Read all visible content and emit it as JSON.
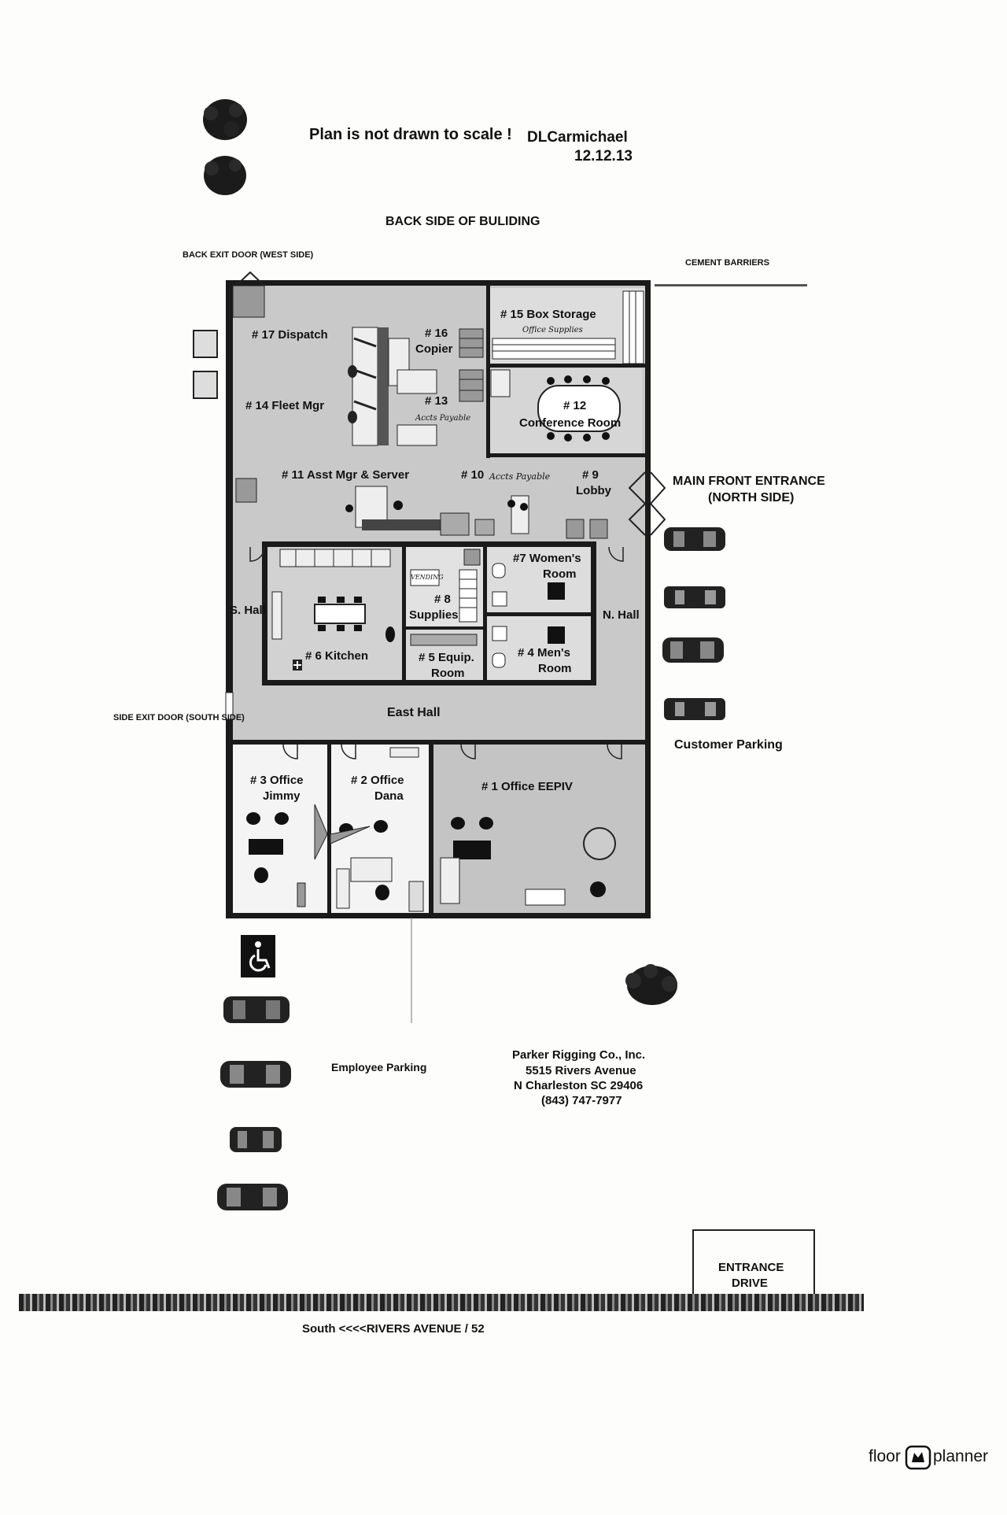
{
  "header": {
    "note": "Plan is not drawn to scale !",
    "author": "DLCarmichael",
    "date": "12.12.13"
  },
  "labels": {
    "back_side": "BACK SIDE OF BULIDING",
    "back_exit": "BACK EXIT DOOR  (WEST SIDE)",
    "cement": "CEMENT BARRIERS",
    "main_entrance_1": "MAIN FRONT ENTRANCE",
    "main_entrance_2": "(NORTH SIDE)",
    "side_exit": "SIDE EXIT DOOR  (SOUTH SIDE)",
    "customer_parking": "Customer Parking",
    "employee_parking": "Employee Parking",
    "entrance_drive_1": "ENTRANCE",
    "entrance_drive_2": "DRIVE",
    "street": "South  <<<<RIVERS AVENUE  / 52"
  },
  "rooms": {
    "r17": "# 17 Dispatch",
    "r16a": "# 16",
    "r16b": "Copier",
    "r15": "# 15 Box Storage",
    "r15sub": "Office Supplies",
    "r14": "# 14 Fleet Mgr",
    "r13": "# 13",
    "r13sub": "Accts Payable",
    "r12a": "# 12",
    "r12b": "Conference Room",
    "r11": "# 11 Asst Mgr  & Server",
    "r10": "# 10",
    "r10sub": "Accts Payable",
    "r9a": "# 9",
    "r9b": "Lobby",
    "r7a": "#7  Women's",
    "r7b": "Room",
    "r8vend": "VENDING",
    "r8a": "# 8",
    "r8b": "Supplies",
    "shall": "S. Hall",
    "nhall": "N. Hall",
    "r6": "# 6 Kitchen",
    "r5a": "# 5 Equip.",
    "r5b": "Room",
    "r4a": "#  4  Men's",
    "r4b": "Room",
    "easthall": "East Hall",
    "r3a": "# 3  Office",
    "r3b": "Jimmy",
    "r2a": "# 2 Office",
    "r2b": "Dana",
    "r1": "# 1  Office    EEPIV"
  },
  "company": {
    "name": "Parker Rigging Co., Inc.",
    "street": "5515 Rivers Avenue",
    "city": "N Charleston  SC 29406",
    "phone": "(843) 747-7977"
  },
  "brand": {
    "left": "floor",
    "right": "planner"
  },
  "colors": {
    "floor": "#c9c9c9",
    "wall": "#1a1a1a",
    "paper": "#fdfdfb"
  }
}
